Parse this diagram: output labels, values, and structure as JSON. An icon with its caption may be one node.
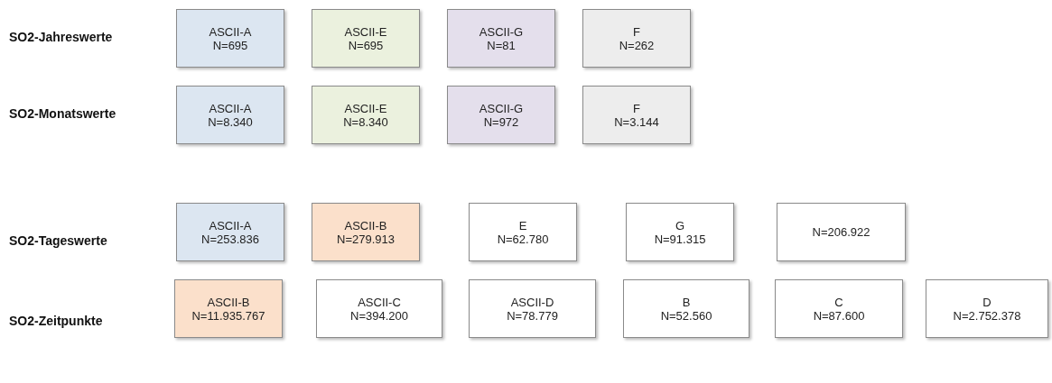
{
  "diagram": {
    "nodes": [
      {
        "text": [
          "ASCII-A",
          "N=695"
        ]
      },
      {
        "text": [
          "ASCII-E",
          "N=695"
        ]
      },
      {
        "text": [
          "ASCII-G",
          "N=81"
        ]
      },
      {
        "text": [
          "F",
          "N=262"
        ]
      },
      {
        "text": [
          "ASCII-A",
          "N=8.340"
        ]
      },
      {
        "text": [
          "ASCII-E",
          "N=8.340"
        ]
      },
      {
        "text": [
          "ASCII-G",
          "N=972"
        ]
      },
      {
        "text": [
          "F",
          "N=3.144"
        ]
      },
      {
        "text": [
          "ASCII-A",
          "N=253.836"
        ]
      },
      {
        "text": [
          "ASCII-B",
          "N=279.913"
        ]
      },
      {
        "text": [
          "E",
          "N=62.780"
        ]
      },
      {
        "text": [
          "G",
          "N=91.315"
        ]
      },
      {
        "text": [
          "N=206.922"
        ]
      },
      {
        "text": [
          "ASCII-B",
          "N=11.935.767"
        ]
      },
      {
        "text": [
          "ASCII-C",
          "N=394.200"
        ]
      },
      {
        "text": [
          "ASCII-D",
          "N=78.779"
        ]
      },
      {
        "text": [
          "B",
          "N=52.560"
        ]
      },
      {
        "text": [
          "C",
          "N=87.600"
        ]
      },
      {
        "text": [
          "D",
          "N=2.752.378"
        ]
      }
    ],
    "edges": [],
    "labels": [
      "SO2-Jahreswerte",
      "SO2-Monatswerte",
      "SO2-Tageswerte",
      "SO2-Zeitpunkte"
    ]
  }
}
